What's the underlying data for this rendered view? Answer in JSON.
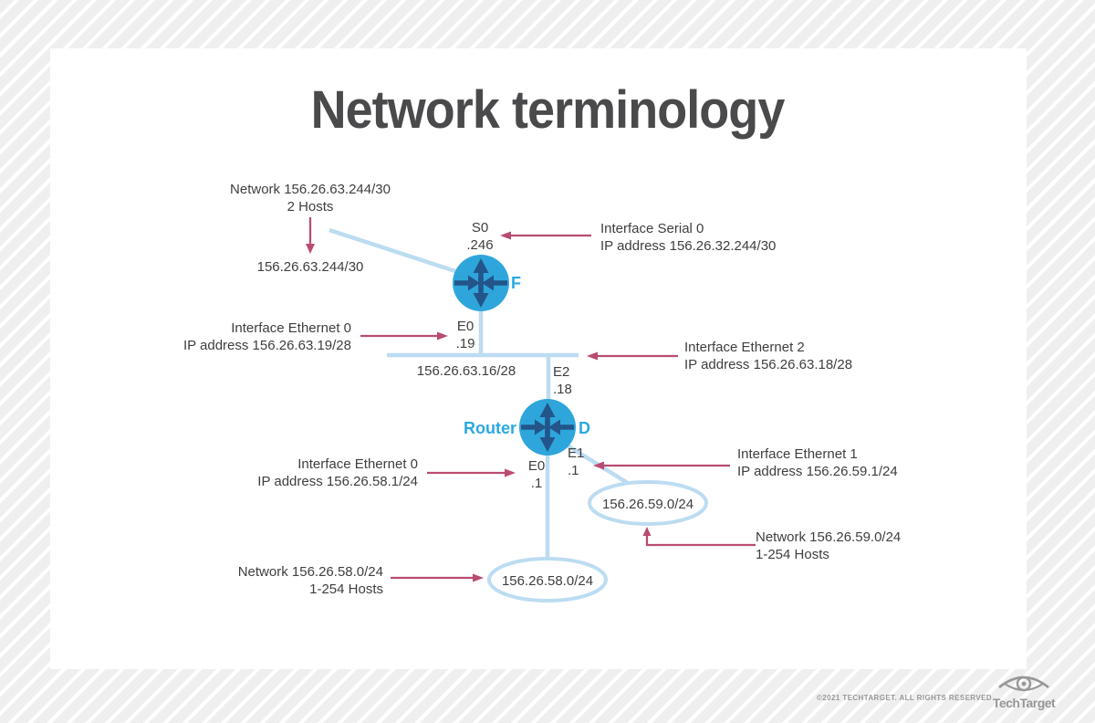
{
  "title": "Network terminology",
  "colors": {
    "accent_pink": "#b94b72",
    "link_blue": "#bcdcf1",
    "router_fill": "#2ea6db",
    "router_arrows": "#23558a",
    "label_blue": "#29a9e2",
    "text": "#3e3e40",
    "title_gray": "#4a4a4c",
    "footer_gray": "#97979a"
  },
  "diagram": {
    "routers": {
      "f": {
        "label": "F"
      },
      "d": {
        "label": "D",
        "side_label": "Router"
      }
    },
    "labels": {
      "net63": {
        "line1": "Network 156.26.63.244/30",
        "line2": "2 Hosts"
      },
      "addr63": "156.26.63.244/30",
      "s0_port": {
        "line1": "S0",
        "line2": ".246"
      },
      "serial0": {
        "line1": "Interface Serial 0",
        "line2": "IP address 156.26.32.244/30"
      },
      "e0f_port": {
        "line1": "E0",
        "line2": ".19"
      },
      "eth0_f": {
        "line1": "Interface Ethernet 0",
        "line2": "IP address 156.26.63.19/28"
      },
      "net16": "156.26.63.16/28",
      "e2_port": {
        "line1": "E2",
        "line2": ".18"
      },
      "eth2": {
        "line1": "Interface Ethernet 2",
        "line2": "IP address 156.26.63.18/28"
      },
      "e0d_port": {
        "line1": "E0",
        "line2": ".1"
      },
      "eth0_d": {
        "line1": "Interface Ethernet 0",
        "line2": "IP address 156.26.58.1/24"
      },
      "e1_port": {
        "line1": "E1",
        "line2": ".1"
      },
      "eth1": {
        "line1": "Interface Ethernet 1",
        "line2": "IP address 156.26.59.1/24"
      },
      "ellipse59": "156.26.59.0/24",
      "net59": {
        "line1": "Network 156.26.59.0/24",
        "line2": "1-254 Hosts"
      },
      "ellipse58": "156.26.58.0/24",
      "net58": {
        "line1": "Network 156.26.58.0/24",
        "line2": "1-254 Hosts"
      }
    }
  },
  "footer": {
    "copyright": "©2021 TECHTARGET. ALL RIGHTS RESERVED",
    "brand": "TechTarget"
  }
}
